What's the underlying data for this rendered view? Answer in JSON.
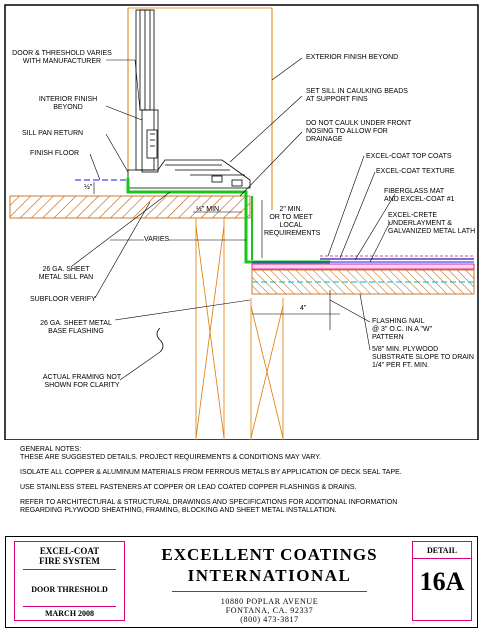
{
  "callouts": {
    "door_threshold": "DOOR & THRESHOLD VARIES\nWITH MANUFACTURER",
    "exterior_finish": "EXTERIOR FINISH BEYOND",
    "interior_finish": "INTERIOR FINISH\nBEYOND",
    "set_sill": "SET SILL IN CAULKING BEADS\nAT SUPPORT FINS",
    "sill_pan_return": "SILL PAN RETURN",
    "do_not_caulk": "DO NOT CAULK UNDER FRONT\nNOSING TO ALLOW FOR\nDRAINAGE",
    "finish_floor": "FINISH FLOOR",
    "top_coats": "EXCEL-COAT TOP COATS",
    "texture": "EXCEL-COAT TEXTURE",
    "fiberglass": "FIBERGLASS MAT\nAND EXCEL-COAT #1",
    "excel_crete": "EXCEL-CRETE\nUNDERLAYMENT &\nGALVANIZED METAL LATH",
    "half_inch": "½\"",
    "half_min": "½\" MIN.",
    "two_min": "2\" MIN.\nOR TO MEET\nLOCAL\nREQUIREMENTS",
    "varies": "VARIES",
    "sill_pan": "26 GA. SHEET\nMETAL SILL PAN",
    "subfloor": "SUBFLOOR VERIFY",
    "four_inch": "4\"",
    "base_flashing": "26 GA. SHEET METAL\nBASE FLASHING",
    "flashing_nail": "FLASHING NAIL\n@ 3\" O.C. IN A \"W\"\nPATTERN",
    "plywood": "5/8\" MIN. PLYWOOD\nSUBSTRATE SLOPE TO DRAIN\n1/4\" PER FT. MIN.",
    "framing": "ACTUAL FRAMING NOT\nSHOWN FOR CLARITY"
  },
  "notes": {
    "heading": "GENERAL NOTES:",
    "n1": "THESE ARE SUGGESTED DETAILS. PROJECT REQUIREMENTS & CONDITIONS MAY VARY.",
    "n2": "ISOLATE ALL COPPER & ALUMINUM MATERIALS FROM FERROUS METALS BY APPLICATION OF DECK SEAL TAPE.",
    "n3": "USE STAINLESS STEEL FASTENERS AT COPPER OR LEAD COATED COPPER FLASHINGS & DRAINS.",
    "n4": "REFER TO ARCHITECTURAL & STRUCTURAL DRAWINGS AND SPECIFICATIONS FOR ADDITIONAL INFORMATION\nREGARDING PLYWOOD SHEATHING, FRAMING, BLOCKING AND SHEET METAL INSTALLATION."
  },
  "title_block": {
    "system": "EXCEL-COAT\nFIRE SYSTEM",
    "detail_name": "DOOR THRESHOLD",
    "date": "MARCH  2008",
    "company_line1": "EXCELLENT COATINGS",
    "company_line2": "INTERNATIONAL",
    "address1": "10880 POPLAR AVENUE",
    "address2": "FONTANA, CA. 92337",
    "phone": "(800) 473-3817",
    "detail_label": "DETAIL",
    "detail_number": "16A"
  },
  "colors": {
    "green": "#17c617",
    "magenta": "#d9007e",
    "orange": "#e07b00",
    "blue": "#1a1aff",
    "navy": "#2020a0",
    "cyan": "#00b8c8"
  }
}
